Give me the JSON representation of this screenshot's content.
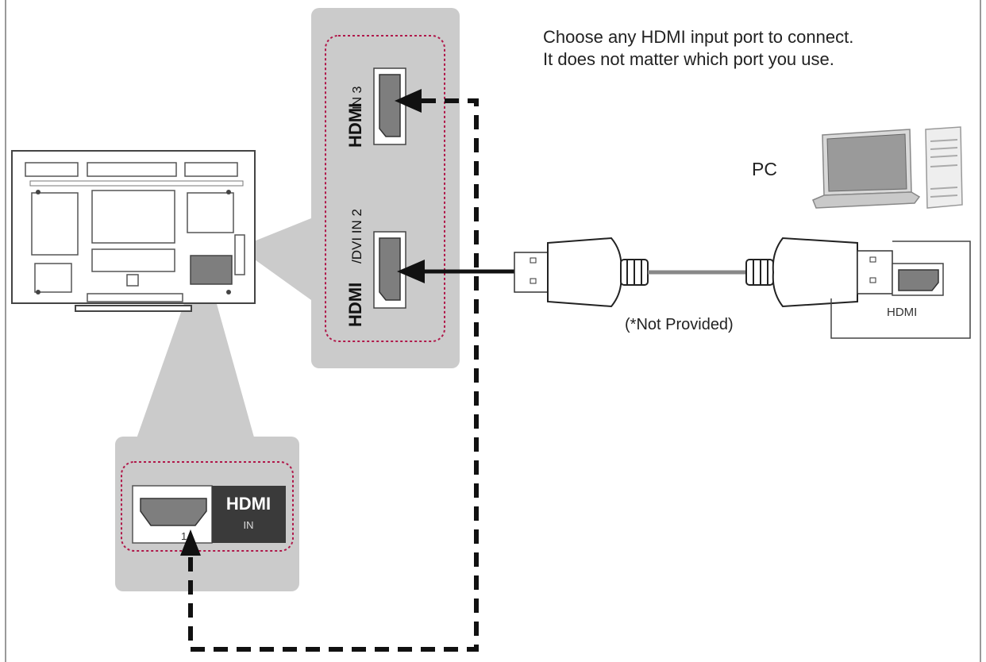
{
  "instructions": {
    "line1": "Choose any HDMI input port to connect.",
    "line2": "It does not matter which port you use."
  },
  "labels": {
    "pc": "PC",
    "not_provided": "(*Not Provided)",
    "pc_hdmi_port": "HDMI",
    "side_port_top": "IN 3",
    "side_port_bottom": "/DVI IN 2",
    "rear_port_number": "1",
    "rear_port_in": "IN",
    "hdmi_logo": "HDMI"
  },
  "colors": {
    "panel_gray": "#cbcbcb",
    "port_gray": "#7e7e7e",
    "dotted_outline": "#b0184a",
    "cable_black": "#111111",
    "logo_box": "#3a3a3a"
  }
}
